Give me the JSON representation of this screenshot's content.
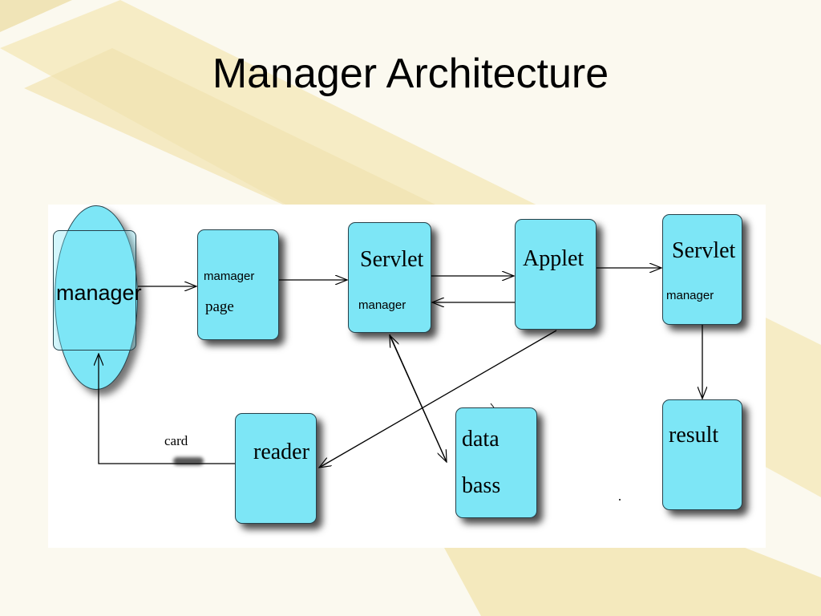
{
  "title": "Manager Architecture",
  "colors": {
    "node_fill": "#7de6f6",
    "node_border": "#26424b",
    "panel": "#ffffff",
    "background": "#fbf9ef",
    "filmstrip": "#f2e2a3"
  },
  "nodes": {
    "manager": "manager",
    "manager_page": {
      "line1": "mamager",
      "line2": "page"
    },
    "servlet_1": {
      "title": "Servlet",
      "sub": "manager"
    },
    "applet": "Applet",
    "servlet_2": {
      "title": "Servlet",
      "sub": "manager"
    },
    "result": "result",
    "database": {
      "line1": "data",
      "line2": "bass"
    },
    "reader": "reader"
  },
  "edge_labels": {
    "card": "card"
  }
}
